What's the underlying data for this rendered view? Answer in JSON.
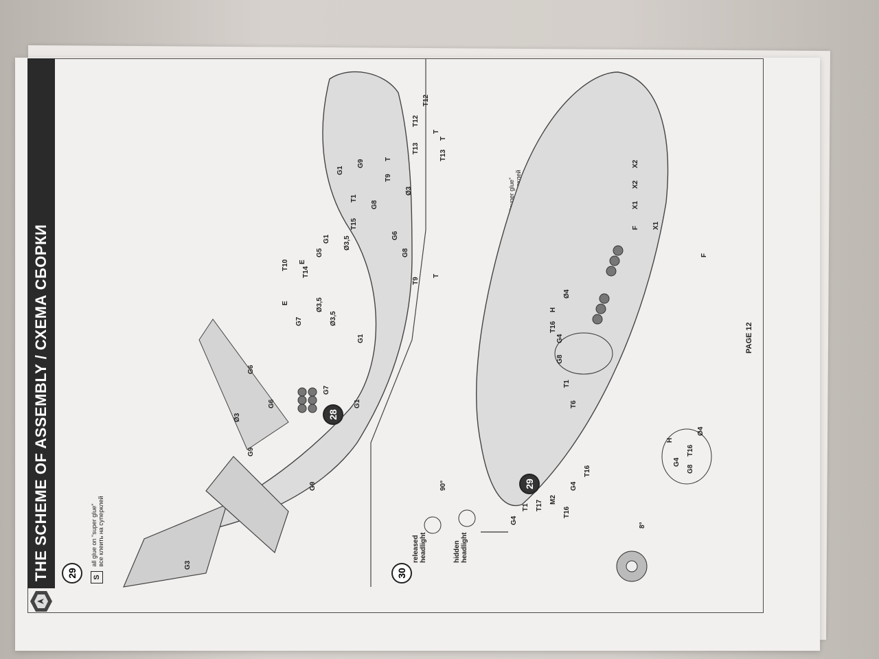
{
  "header": {
    "title": "THE SCHEME OF ASSEMBLY / СХЕМА СБОРКИ"
  },
  "page_number": "PAGE 12",
  "steps": [
    {
      "number": "29"
    },
    {
      "number": "30"
    }
  ],
  "references": {
    "ref_28": "28",
    "ref_29": "29"
  },
  "glue_note": {
    "icon": "S",
    "line1": "all glue on \"super glue\"",
    "line2": "все клеить на суперклей"
  },
  "headlight": {
    "released": "released headlight",
    "hidden": "hidden headlight",
    "angle_90": "90°",
    "angle_8": "8°"
  },
  "step29_parts": [
    "G3",
    "G9",
    "G9",
    "G6",
    "Ø3",
    "G6",
    "G7",
    "G1",
    "G1",
    "Ø3,5",
    "G7",
    "T14",
    "E",
    "Ø3,5",
    "T10",
    "G5",
    "E",
    "G1",
    "Ø3,5",
    "G8",
    "G6",
    "T15",
    "T1",
    "G8",
    "G1",
    "T9",
    "G9",
    "Ø3",
    "T",
    "T13",
    "T12",
    "T12",
    "T13",
    "T",
    "T",
    "T9",
    "T"
  ],
  "step30_parts": [
    "G4",
    "T1",
    "T17",
    "M2",
    "T16",
    "G4",
    "T16",
    "T6",
    "T1",
    "G8",
    "G4",
    "T16",
    "H",
    "Ø4",
    "G4",
    "G8",
    "T16",
    "H",
    "Ø4",
    "F",
    "X1",
    "X2",
    "X2",
    "X1",
    "F"
  ]
}
